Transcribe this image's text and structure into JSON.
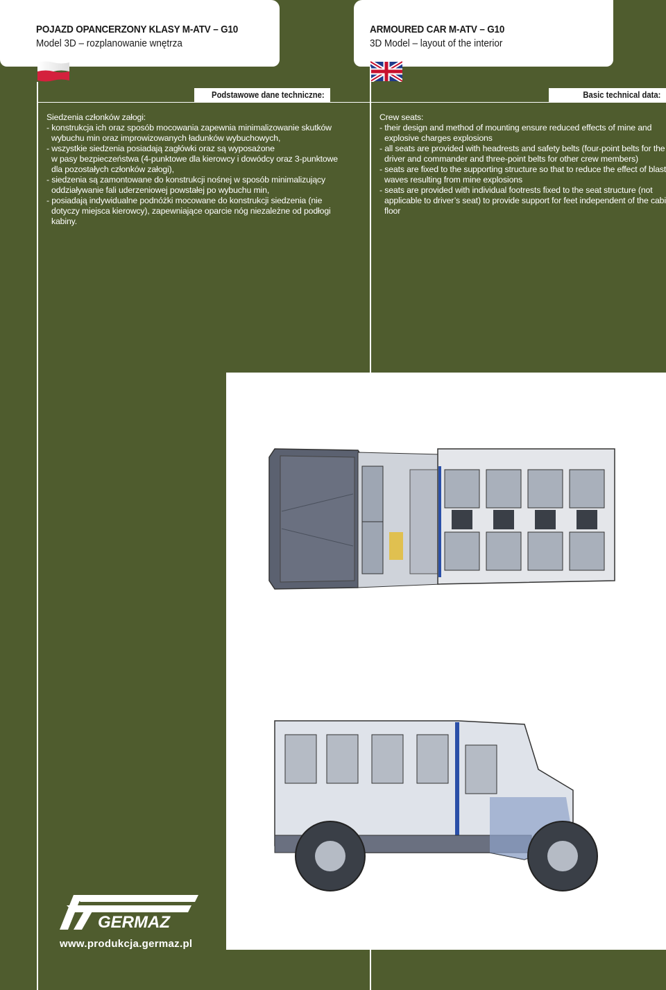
{
  "header_pl": {
    "title": "POJAZD OPANCERZONY KLASY M-ATV – G10",
    "subtitle": "Model 3D – rozplanowanie wnętrza",
    "section_label": "Podstawowe dane techniczne:"
  },
  "header_en": {
    "title": "ARMOURED CAR M-ATV – G10",
    "subtitle": "3D Model – layout of the interior",
    "section_label": "Basic technical data:"
  },
  "text_pl": [
    "Siedzenia członków załogi:",
    "- konstrukcja ich oraz sposób mocowania zapewnia minimalizowanie skutków",
    "wybuchu min oraz improwizowanych ładunków wybuchowych,",
    "- wszystkie siedzenia posiadają zagłówki oraz są wyposażone",
    "w pasy bezpieczeństwa (4-punktowe dla kierowcy i dowódcy oraz 3-punktowe",
    "dla pozostałych członków załogi),",
    "- siedzenia są zamontowane do konstrukcji nośnej w sposób minimalizujący",
    "oddziaływanie fali uderzeniowej powstałej po wybuchu min,",
    "- posiadają indywidualne podnóżki mocowane do konstrukcji siedzenia (nie",
    "dotyczy miejsca kierowcy), zapewniające oparcie nóg niezależne od podłogi",
    "kabiny."
  ],
  "text_en": [
    "Crew seats:",
    "- their design and method of mounting ensure reduced effects of mine and",
    "explosive charges explosions",
    "- all seats are provided with headrests and safety belts (four-point belts for the",
    "driver and commander and three-point belts for other crew members)",
    "-  seats are fixed to the supporting structure so that to reduce the effect of blast",
    "waves resulting from mine explosions",
    "- seats are provided with individual footrests fixed to the seat structure (not",
    "applicable to driver’s seat) to provide support for feet independent of the cabin",
    "floor"
  ],
  "logo": {
    "text": "GERMAZ"
  },
  "url": "www.produkcja.germaz.pl",
  "colors": {
    "background": "#4f5c2e",
    "panel": "#ffffff",
    "accent_blue": "#2a4fa8"
  }
}
